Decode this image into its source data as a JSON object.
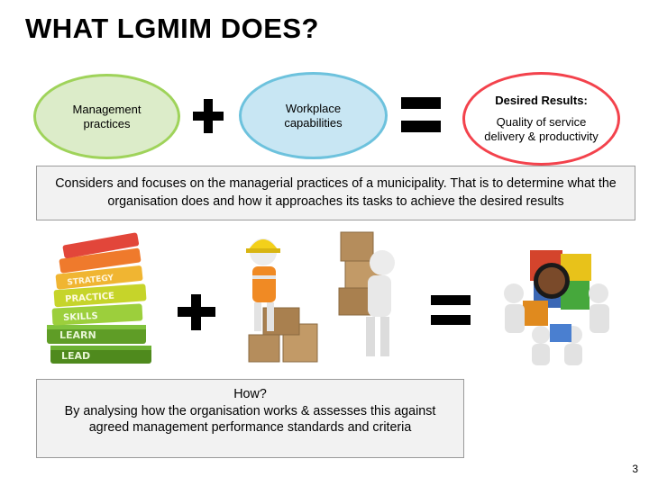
{
  "slide": {
    "title": "WHAT LGMIM DOES?",
    "page_number": "3"
  },
  "equation_top": {
    "term1": "Management practices",
    "term2": "Workplace capabilities",
    "result_title": "Desired Results:",
    "result_text": "Quality of service delivery & productivity"
  },
  "info_box": {
    "text": "Considers and focuses on the managerial practices of a municipality. That is to determine what the organisation does and how it approaches its tasks to achieve the desired results"
  },
  "books": {
    "labels": [
      "LEAD",
      "LEARN",
      "SKILLS",
      "PRACTICE",
      "STRATEGY"
    ]
  },
  "how_box": {
    "heading": "How?",
    "text": "By analysing how the organisation works & assesses this against agreed management performance standards and criteria"
  },
  "colors": {
    "green_ring": "#9fd35a",
    "blue_ring": "#6dc2dd",
    "red_ring": "#f3424c",
    "box_fill": "#f2f2f2"
  }
}
